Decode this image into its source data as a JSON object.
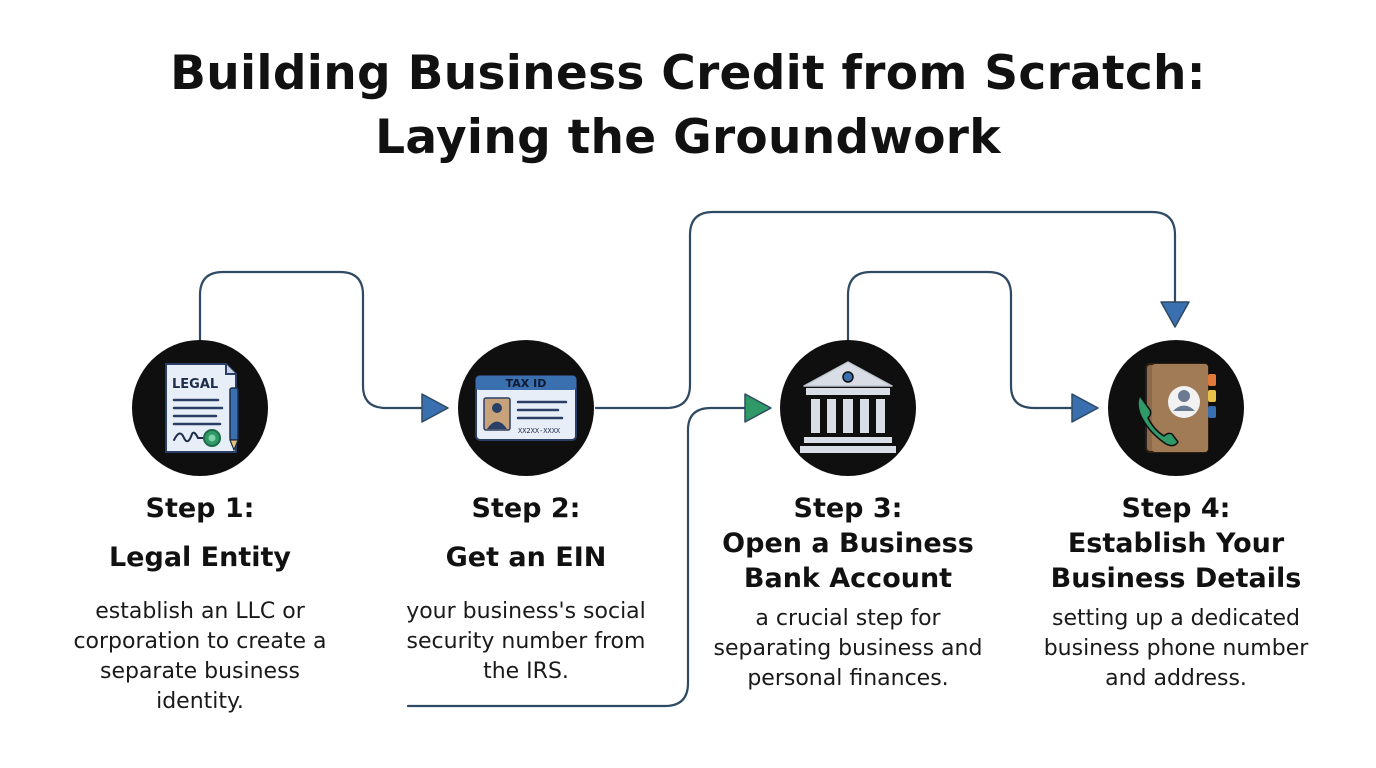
{
  "title": {
    "line1": "Building Business Credit from Scratch:",
    "line2": "Laying the Groundwork"
  },
  "colors": {
    "connector": "#2f4a63",
    "arrow_blue": "#3a6fb0",
    "arrow_green": "#2f9a68",
    "icon_bg": "#0f0f0f"
  },
  "steps": [
    {
      "step_label": "Step 1:",
      "title_lines": [
        "Legal Entity"
      ],
      "description": "establish an LLC or corporation to create a separate business identity.",
      "icon": "legal-document-icon",
      "icon_text": "LEGAL"
    },
    {
      "step_label": "Step 2:",
      "title_lines": [
        "Get an EIN"
      ],
      "description": "your business's social security number from the IRS.",
      "icon": "tax-id-card-icon",
      "icon_text": "TAX ID",
      "icon_subtext": "XX2XX-XXXX"
    },
    {
      "step_label": "Step 3:",
      "title_lines": [
        "Open a Business",
        "Bank Account"
      ],
      "description": "a crucial step for separating business and personal finances.",
      "icon": "bank-building-icon"
    },
    {
      "step_label": "Step 4:",
      "title_lines": [
        "Establish Your",
        "Business Details"
      ],
      "description": "setting up a dedicated business phone number and address.",
      "icon": "phone-address-book-icon"
    }
  ]
}
